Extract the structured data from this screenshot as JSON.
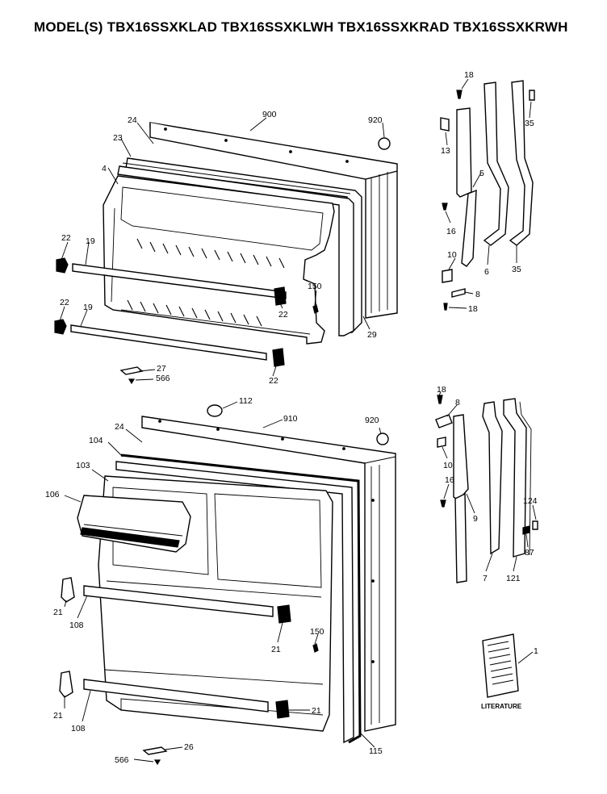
{
  "title": "MODEL(S) TBX16SSXKLAD  TBX16SSXKLWH  TBX16SSXKRAD  TBX16SSXKRWH",
  "labels": {
    "p900": "900",
    "p920a": "920",
    "p24a": "24",
    "p23": "23",
    "p4": "4",
    "p22a": "22",
    "p19a": "19",
    "p22b": "22",
    "p19b": "19",
    "p22c": "22",
    "p22d": "22",
    "p150a": "150",
    "p29": "29",
    "p27": "27",
    "p566a": "566",
    "p18a": "18",
    "p35a": "35",
    "p13": "13",
    "p5": "5",
    "p16a": "16",
    "p10a": "10",
    "p6": "6",
    "p35b": "35",
    "p8a": "8",
    "p18b": "18",
    "p112": "112",
    "p910": "910",
    "p920b": "920",
    "p24b": "24",
    "p104": "104",
    "p103": "103",
    "p106": "106",
    "p21a": "21",
    "p108a": "108",
    "p21b": "21",
    "p150b": "150",
    "p21c": "21",
    "p108b": "108",
    "p21d": "21",
    "p115": "115",
    "p26": "26",
    "p566b": "566",
    "p18c": "18",
    "p8b": "8",
    "p10b": "10",
    "p16b": "16",
    "p9": "9",
    "p124": "124",
    "p87": "87",
    "p7": "7",
    "p121": "121",
    "p1": "1",
    "literature": "LITERATURE"
  }
}
